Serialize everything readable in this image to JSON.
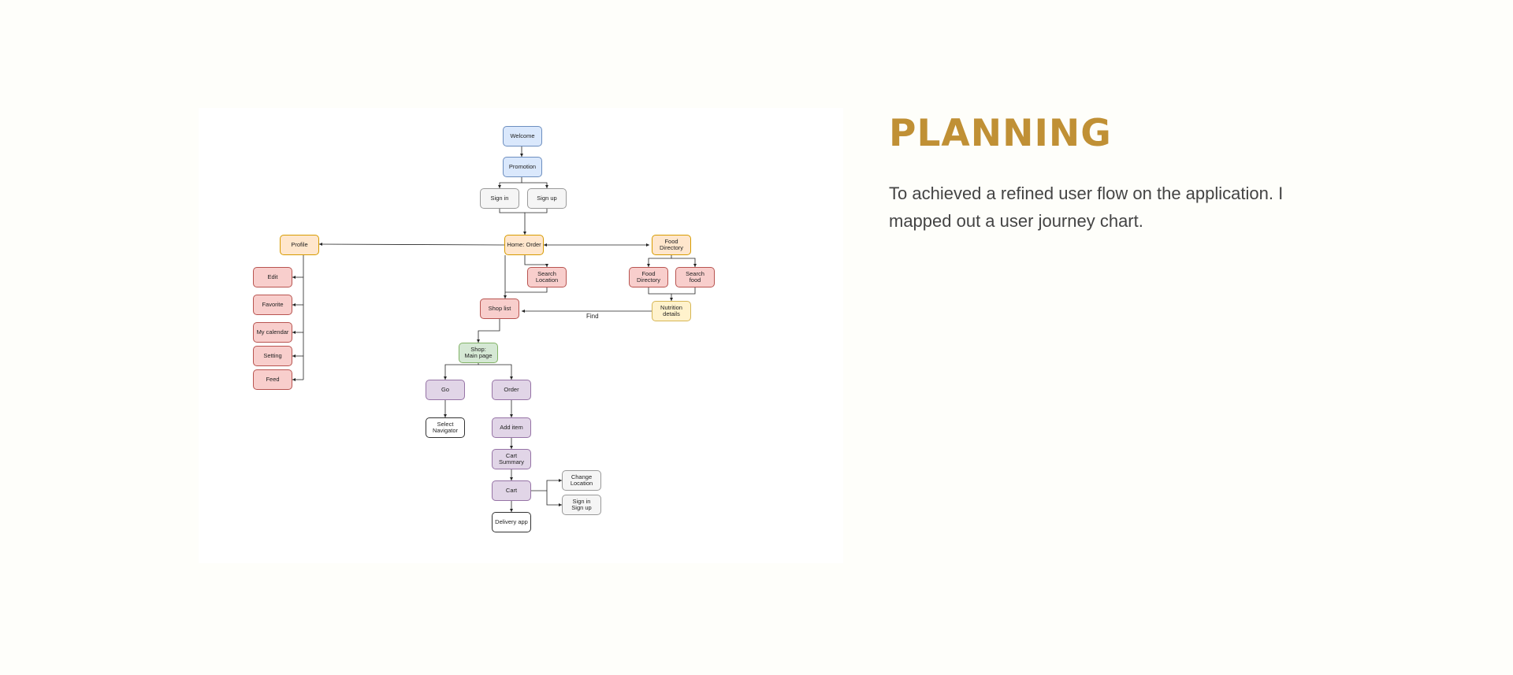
{
  "heading": {
    "title": "PLANNING",
    "description": "To achieved a refined user flow on the application. I mapped out a user journey chart."
  },
  "diagram": {
    "nodes": {
      "welcome": "Welcome",
      "promotion": "Promotion",
      "sign_in": "Sign in",
      "sign_up": "Sign up",
      "home_order": "Home: Order",
      "profile": "Profile",
      "food_directory_top": "Food\nDirectory",
      "edit": "Edit",
      "favorite": "Favorite",
      "my_calendar": "My calendar",
      "setting": "Setting",
      "feed": "Feed",
      "search_location": "Search\nLocation",
      "food_directory": "Food\nDirectory",
      "search_food": "Search\nfood",
      "nutrition_details": "Nutrition\ndetails",
      "shop_list": "Shop list",
      "shop_main_page": "Shop:\nMain page",
      "go": "Go",
      "order": "Order",
      "select_navigator": "Select\nNavigator",
      "add_item": "Add item",
      "cart_summary": "Cart Summary",
      "cart": "Cart",
      "delivery_app": "Delivery app",
      "change_location": "Change\nLocation",
      "sign_in_sign_up": "Sign in\nSign up"
    },
    "edge_labels": {
      "find": "Find"
    },
    "colors": {
      "blue": "#dae8fc",
      "gray": "#f5f5f5",
      "orange": "#ffe6cc",
      "red": "#f8cecc",
      "yellow": "#fff2cc",
      "green": "#d5e8d4",
      "purple": "#e1d5e7",
      "white": "#ffffff"
    }
  }
}
